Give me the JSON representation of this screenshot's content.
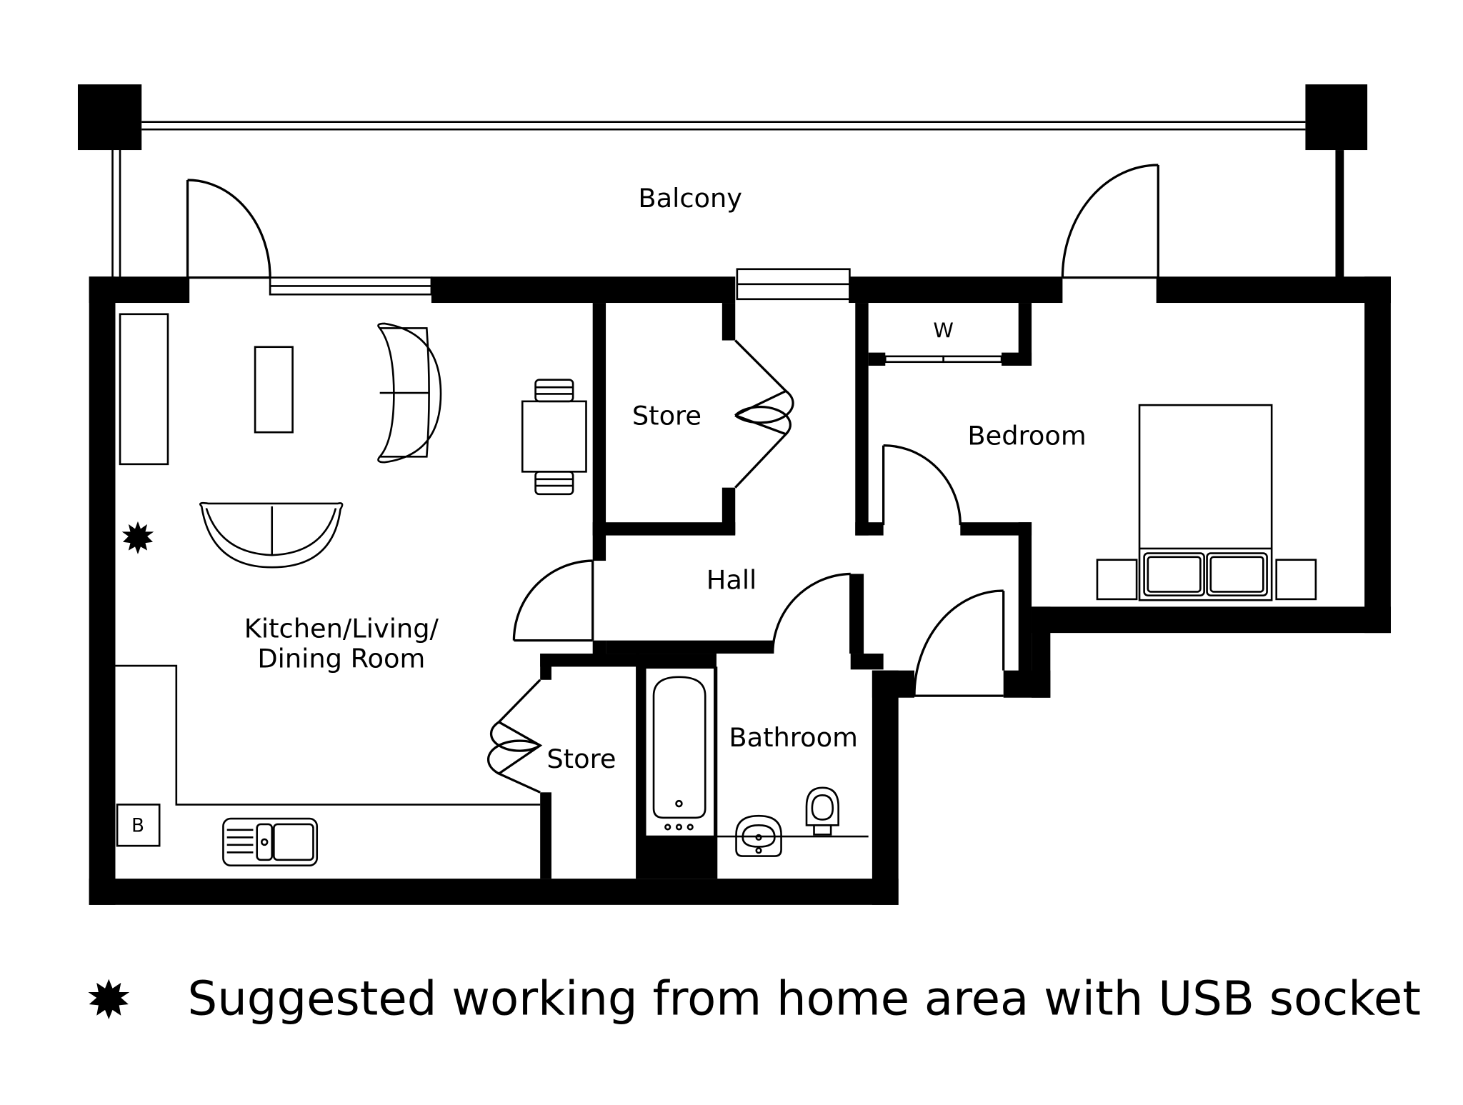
{
  "rooms": {
    "balcony": "Balcony",
    "store_upper": "Store",
    "wardrobe": "W",
    "bedroom": "Bedroom",
    "hall": "Hall",
    "kitchen_line1": "Kitchen/Living/",
    "kitchen_line2": "Dining Room",
    "store_lower": "Store",
    "bathroom": "Bathroom",
    "boiler": "B"
  },
  "legend": {
    "symbol": "star-burst-icon",
    "text": "Suggested working from home area with USB socket"
  },
  "colors": {
    "wall": "#000000",
    "background": "#ffffff"
  }
}
